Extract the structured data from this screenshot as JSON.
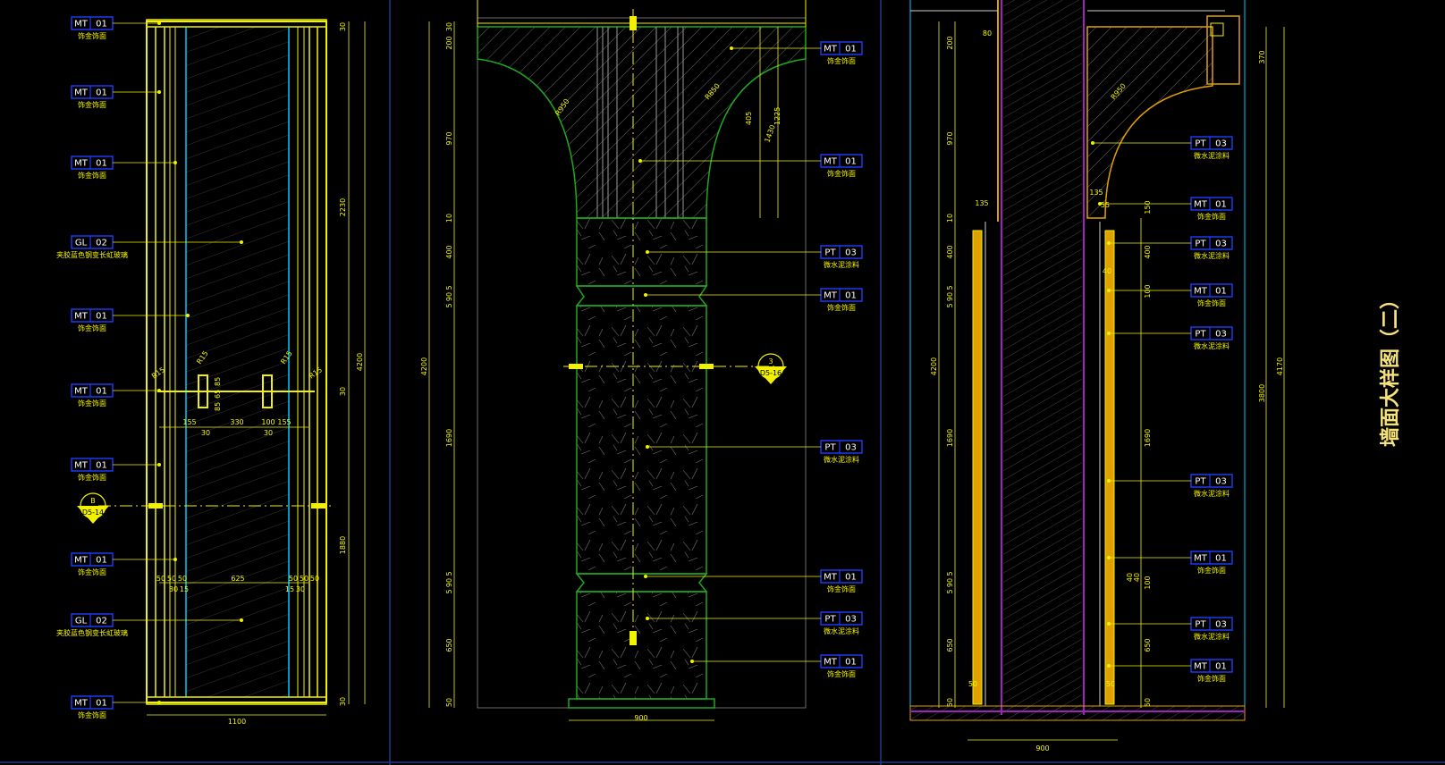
{
  "title": "墙面大样图（二）",
  "colors": {
    "yellow": "#f2f200",
    "green": "#1fa81f",
    "blue": "#1f3cff",
    "cyan": "#00c8ff",
    "white": "#ffffff",
    "magenta": "#a020c0",
    "orange": "#e0a000"
  },
  "left": {
    "tags": [
      {
        "code": "MT",
        "num": "01",
        "sub": "饰金饰面"
      },
      {
        "code": "MT",
        "num": "01",
        "sub": "饰金饰面"
      },
      {
        "code": "MT",
        "num": "01",
        "sub": "饰金饰面"
      },
      {
        "code": "GL",
        "num": "02",
        "sub": "夹胶蓝色钢变长虹玻璃"
      },
      {
        "code": "MT",
        "num": "01",
        "sub": "饰金饰面"
      },
      {
        "code": "MT",
        "num": "01",
        "sub": "饰金饰面"
      },
      {
        "code": "MT",
        "num": "01",
        "sub": "饰金饰面"
      },
      {
        "code": "MT",
        "num": "01",
        "sub": "饰金饰面"
      },
      {
        "code": "GL",
        "num": "02",
        "sub": "夹胶蓝色钢变长虹玻璃"
      },
      {
        "code": "MT",
        "num": "01",
        "sub": "饰金饰面"
      }
    ],
    "section_marker": {
      "top": "B",
      "bottom": "D5-14"
    },
    "right_dims": [
      "30",
      "2230",
      "4200",
      "30",
      "1880",
      "30"
    ],
    "bottom_dim": "1100",
    "mid_dims": [
      "155",
      "330",
      "100",
      "155",
      "30",
      "30"
    ],
    "lower_dims": [
      "50",
      "50",
      "50",
      "625",
      "50",
      "50",
      "50",
      "30",
      "15",
      "15",
      "30"
    ],
    "radius_labels": [
      "R15",
      "R15",
      "R15",
      "R15"
    ],
    "small_dims": [
      "85",
      "65",
      "85"
    ]
  },
  "middle": {
    "tags": [
      {
        "code": "MT",
        "num": "01",
        "sub": "饰金饰面"
      },
      {
        "code": "MT",
        "num": "01",
        "sub": "饰金饰面"
      },
      {
        "code": "PT",
        "num": "03",
        "sub": "微水泥涂料"
      },
      {
        "code": "MT",
        "num": "01",
        "sub": "饰金饰面"
      },
      {
        "code": "PT",
        "num": "03",
        "sub": "微水泥涂料"
      },
      {
        "code": "MT",
        "num": "01",
        "sub": "饰金饰面"
      },
      {
        "code": "PT",
        "num": "03",
        "sub": "微水泥涂料"
      },
      {
        "code": "MT",
        "num": "01",
        "sub": "饰金饰面"
      }
    ],
    "section_marker": {
      "top": "3",
      "bottom": "D5-16"
    },
    "left_dims": [
      "30",
      "200",
      "970",
      "10",
      "400",
      "5",
      "90",
      "5",
      "4200",
      "1690",
      "5",
      "90",
      "5",
      "650",
      "50"
    ],
    "bottom_dim": "900",
    "radius_labels": [
      "R950",
      "R850"
    ],
    "top_dims": [
      "405",
      "1430",
      "1225"
    ]
  },
  "right": {
    "tags": [
      {
        "code": "PT",
        "num": "03",
        "sub": "微水泥涂料"
      },
      {
        "code": "MT",
        "num": "01",
        "sub": "饰金饰面"
      },
      {
        "code": "PT",
        "num": "03",
        "sub": "微水泥涂料"
      },
      {
        "code": "MT",
        "num": "01",
        "sub": "饰金饰面"
      },
      {
        "code": "PT",
        "num": "03",
        "sub": "微水泥涂料"
      },
      {
        "code": "PT",
        "num": "03",
        "sub": "微水泥涂料"
      },
      {
        "code": "MT",
        "num": "01",
        "sub": "饰金饰面"
      },
      {
        "code": "PT",
        "num": "03",
        "sub": "微水泥涂料"
      },
      {
        "code": "MT",
        "num": "01",
        "sub": "饰金饰面"
      }
    ],
    "left_dims": [
      "200",
      "970",
      "10",
      "400",
      "5",
      "90",
      "5",
      "4200",
      "1690",
      "5",
      "90",
      "5",
      "650",
      "50"
    ],
    "inner_dims": [
      "150",
      "400",
      "100",
      "1690",
      "40",
      "40",
      "100",
      "650",
      "50"
    ],
    "small_labels": [
      "80",
      "135",
      "135",
      "55",
      "40",
      "50",
      "50"
    ],
    "radius_label": "R950",
    "right_dims": [
      "370",
      "3800",
      "4170"
    ],
    "bottom_dim": "900"
  }
}
